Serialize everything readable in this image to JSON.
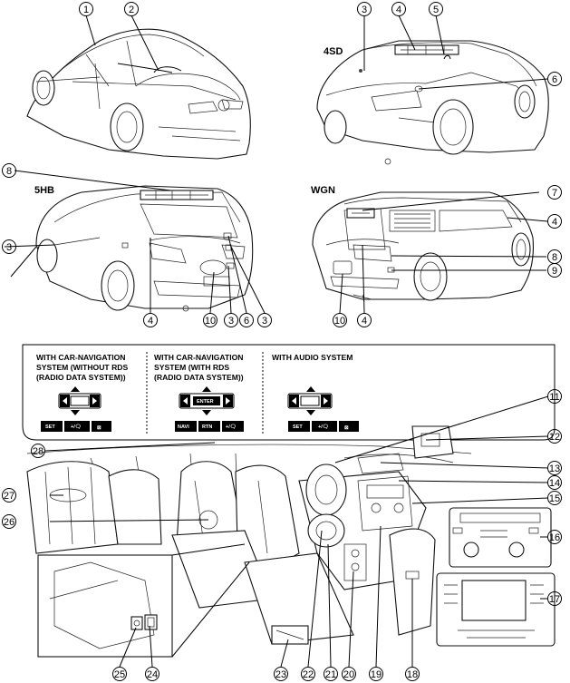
{
  "variants": {
    "sd": "4SD",
    "hb": "5HB",
    "wgn": "WGN"
  },
  "panel": {
    "headers": [
      [
        "WITH CAR-NAVIGATION",
        "SYSTEM (WITHOUT RDS",
        "(RADIO DATA SYSTEM))"
      ],
      [
        "WITH CAR-NAVIGATION",
        "SYSTEM (WITH RDS",
        "(RADIO DATA SYSTEM))"
      ],
      [
        "WITH AUDIO SYSTEM"
      ]
    ],
    "buttons": {
      "set": "SET",
      "enter": "ENTER",
      "navi": "NAVI",
      "rtn": "RTN"
    }
  },
  "callouts": [
    "1",
    "2",
    "3",
    "4",
    "5",
    "6",
    "7",
    "8",
    "9",
    "10",
    "11",
    "12",
    "13",
    "14",
    "15",
    "16",
    "17",
    "18",
    "19",
    "20",
    "21",
    "22",
    "23",
    "24",
    "25",
    "26",
    "27",
    "28"
  ]
}
